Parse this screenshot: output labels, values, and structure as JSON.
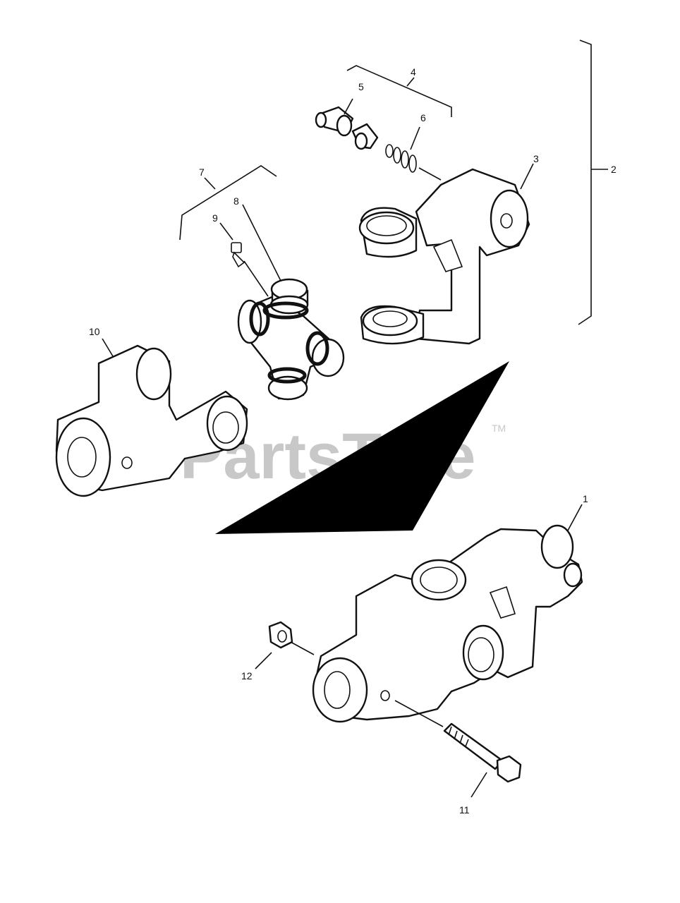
{
  "watermark": {
    "text": "PartsTree",
    "trademark": "TM"
  },
  "callouts": {
    "c1": "1",
    "c2": "2",
    "c3": "3",
    "c4": "4",
    "c5": "5",
    "c6": "6",
    "c7": "7",
    "c8": "8",
    "c9": "9",
    "c10": "10",
    "c11": "11",
    "c12": "12"
  },
  "colors": {
    "ink": "#111111",
    "watermark": "#c8c8c8",
    "background": "#ffffff"
  }
}
